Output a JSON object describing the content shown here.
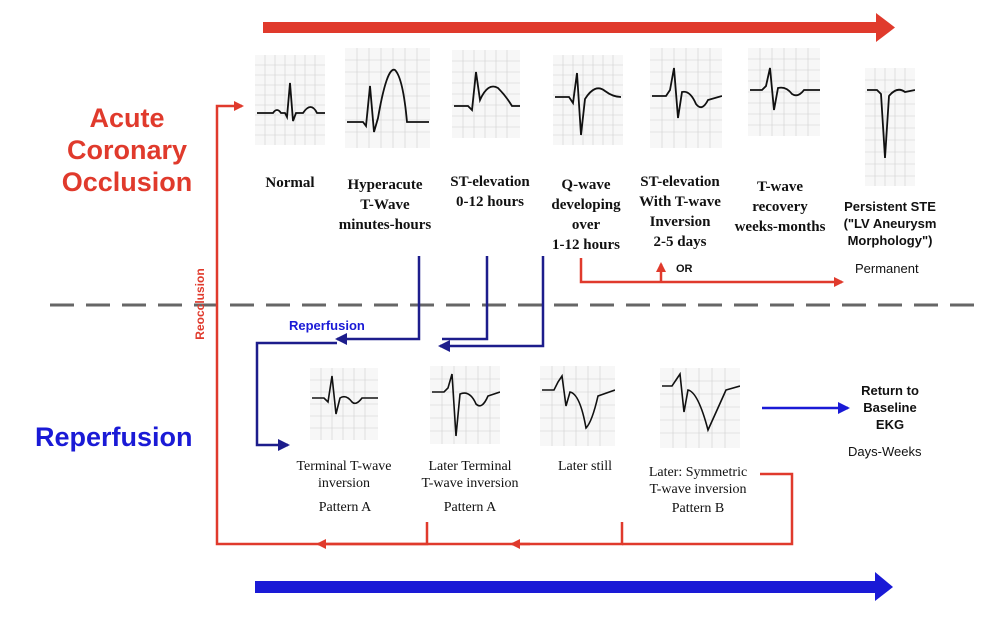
{
  "left_labels": {
    "acute_line1": "Acute",
    "acute_line2": "Coronary",
    "acute_line3": "Occlusion",
    "reperfusion": "Reperfusion",
    "reocclusion": "Reocclusion"
  },
  "top_stages": [
    {
      "label": "Normal"
    },
    {
      "label": "Hyperacute\nT-Wave\nminutes-hours"
    },
    {
      "label": "ST-elevation\n0-12 hours"
    },
    {
      "label": "Q-wave\ndeveloping\nover\n1-12 hours"
    },
    {
      "label": "ST-elevation\nWith T-wave\nInversion\n2-5 days"
    },
    {
      "label": "T-wave\nrecovery\nweeks-months"
    }
  ],
  "persistent": {
    "label": "Persistent STE\n(\"LV Aneurysm\nMorphology\")",
    "sublabel": "Permanent"
  },
  "or_label": "OR",
  "reperfusion_arrow_label": "Reperfusion",
  "bottom_stages": [
    {
      "label": "Terminal T-wave\ninversion",
      "pattern": "Pattern A"
    },
    {
      "label": "Later Terminal\nT-wave inversion",
      "pattern": "Pattern A"
    },
    {
      "label": "Later still",
      "pattern": ""
    },
    {
      "label": "Later: Symmetric\nT-wave inversion",
      "pattern": "Pattern B"
    }
  ],
  "return_baseline": {
    "label": "Return to\nBaseline\nEKG",
    "sublabel": "Days-Weeks"
  },
  "colors": {
    "red": "#e03a2c",
    "blue": "#1a1ad6",
    "navy": "#1d1d8c",
    "dashed": "#666666"
  }
}
